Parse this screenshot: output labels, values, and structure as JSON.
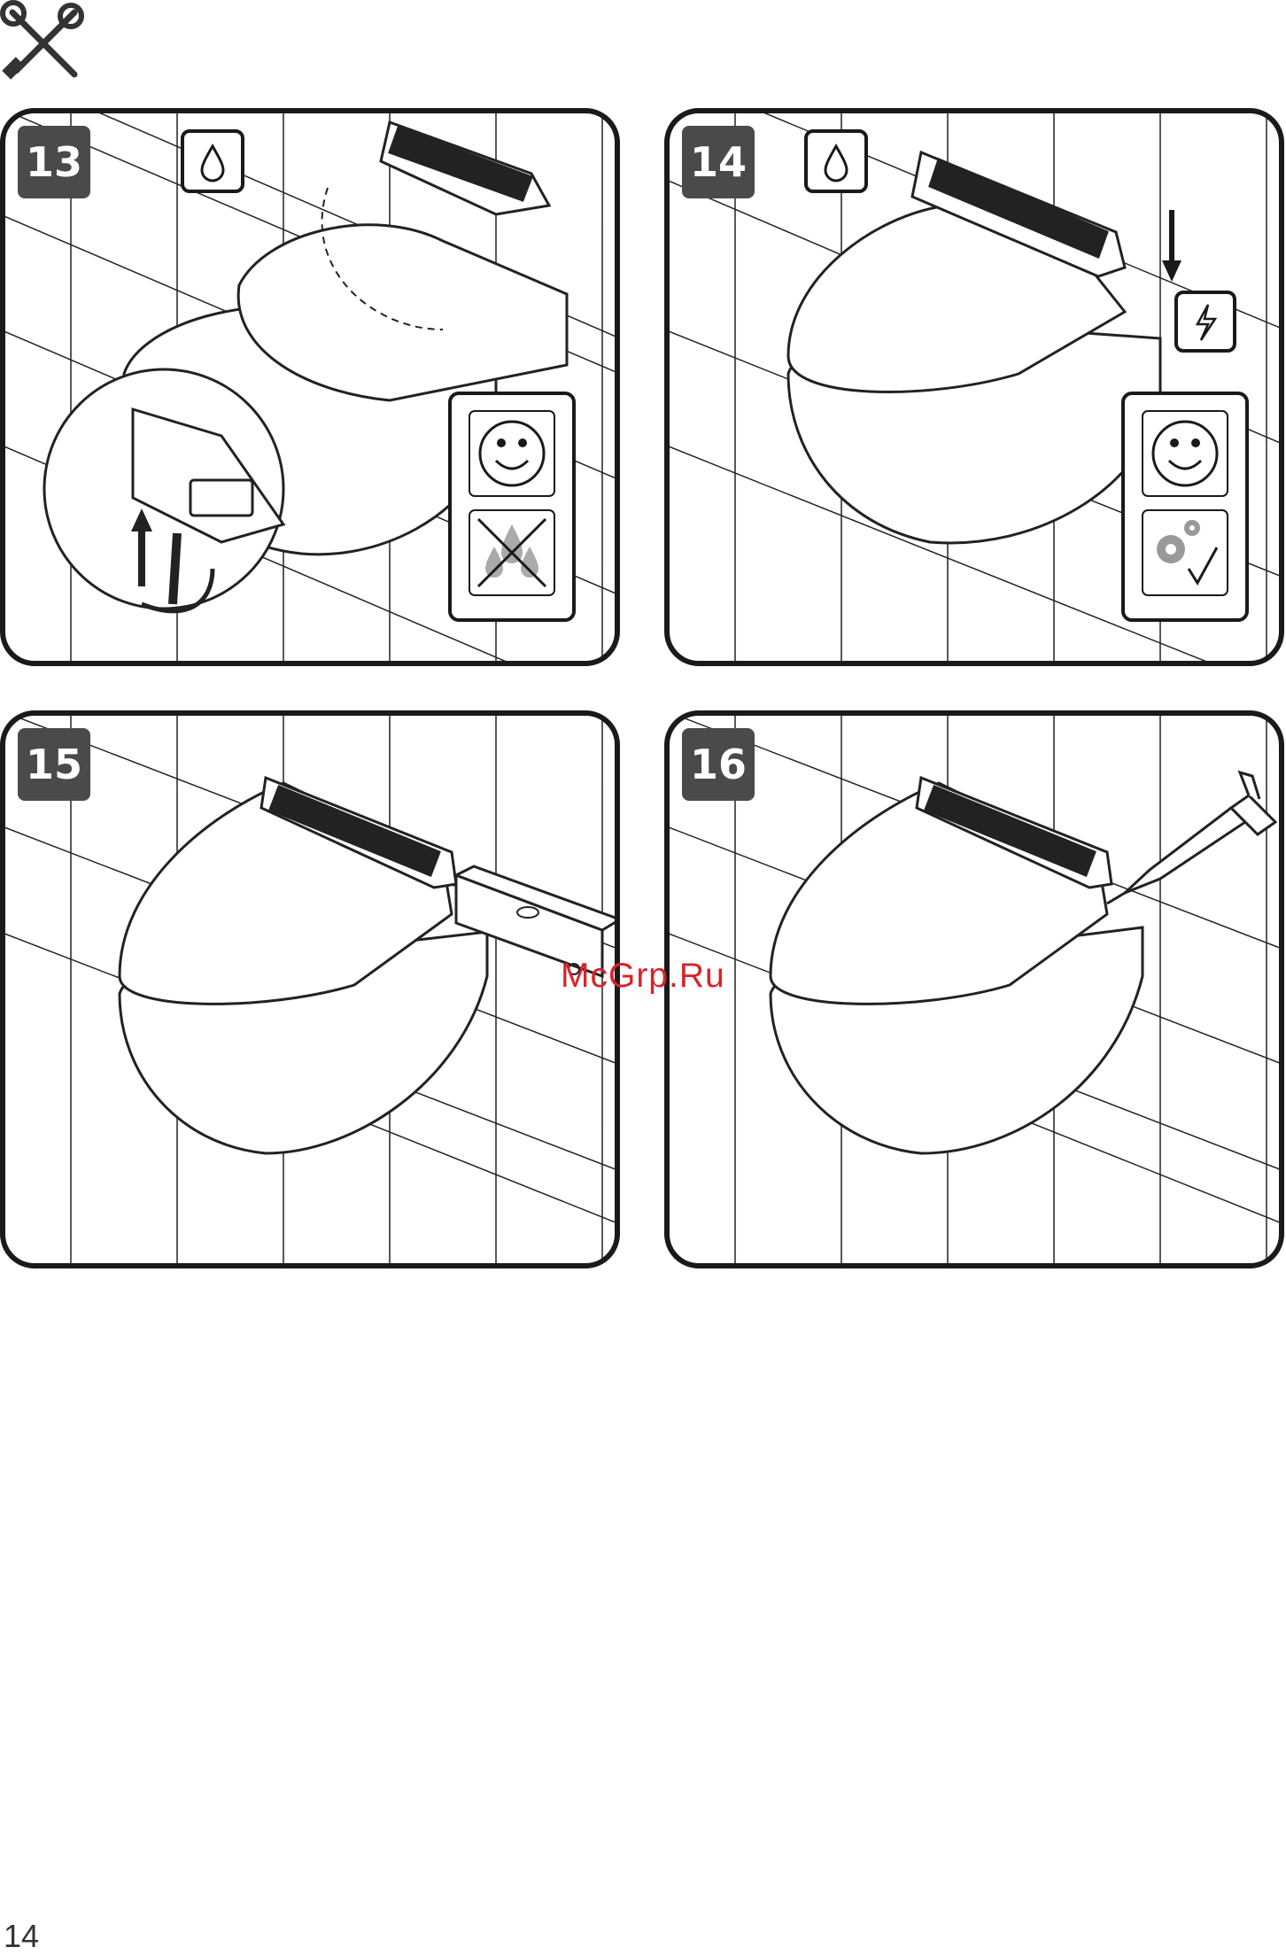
{
  "header": {
    "icon": "wrench-screwdriver-icon"
  },
  "panels": [
    {
      "number": "13",
      "icons": [
        "water-drop-icon",
        "smiley-icon",
        "no-water-drips-icon",
        "arrow-up-icon",
        "hose-connection-icon"
      ]
    },
    {
      "number": "14",
      "icons": [
        "water-drop-icon",
        "arrow-down-icon",
        "power-icon",
        "smiley-icon",
        "settings-check-icon"
      ]
    },
    {
      "number": "15",
      "icons": [
        "spirit-level-icon"
      ]
    },
    {
      "number": "16",
      "icons": [
        "sealant-gun-icon"
      ]
    }
  ],
  "watermark": "McGrp.Ru",
  "footer": {
    "page_number": "14"
  },
  "colors": {
    "frame": "#1a1a1a",
    "badge": "#4a4a4a",
    "watermark": "#d9232a"
  }
}
